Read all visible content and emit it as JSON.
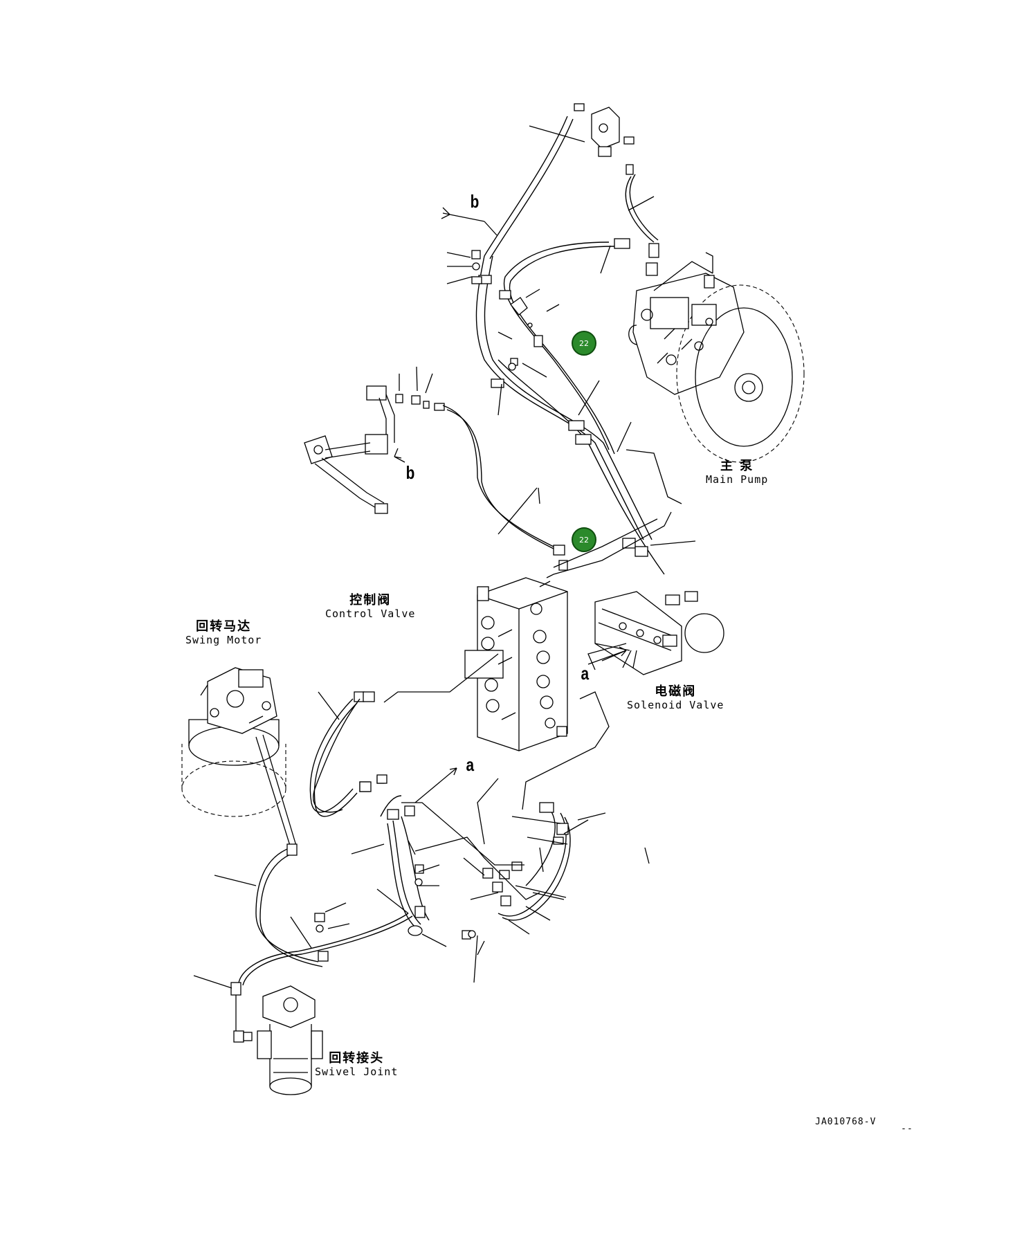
{
  "labels": {
    "main_pump": {
      "cn": "主 泵",
      "en": "Main Pump"
    },
    "control_valve": {
      "cn": "控制阀",
      "en": "Control Valve"
    },
    "swing_motor": {
      "cn": "回转马达",
      "en": "Swing Motor"
    },
    "solenoid_valve": {
      "cn": "电磁阀",
      "en": "Solenoid Valve"
    },
    "swivel_joint": {
      "cn": "回转接头",
      "en": "Swivel Joint"
    }
  },
  "view_markers": {
    "b_top": "b",
    "b_pipe": "b",
    "a_solenoid": "a",
    "a_lower": "a"
  },
  "callouts": [
    {
      "id": "callout-1",
      "text": "22",
      "color": "#2b8a2b"
    },
    {
      "id": "callout-2",
      "text": "22",
      "color": "#2b8a2b"
    }
  ],
  "drawing_code": "JA010768-V",
  "stray_mark": "--"
}
